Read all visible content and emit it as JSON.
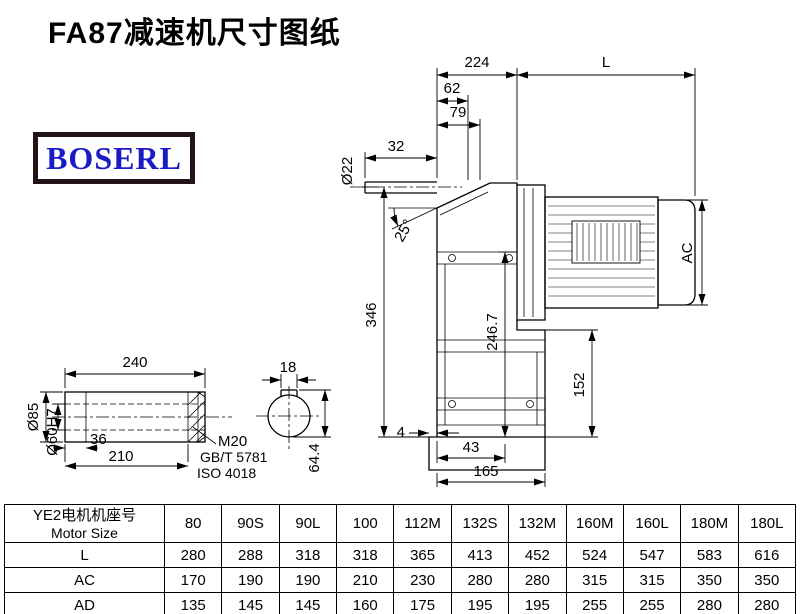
{
  "page": {
    "title": "FA87减速机尺寸图纸",
    "logo_text": "BOSERL"
  },
  "colors": {
    "logo_text": "#1b1bc6",
    "logo_border": "#241316",
    "line_color": "#000000"
  },
  "drawing": {
    "dim_224": "224",
    "dim_L": "L",
    "dim_62": "62",
    "dim_79": "79",
    "dim_32": "32",
    "dim_d22": "Ø22",
    "dim_25deg": "25°",
    "dim_346": "346",
    "dim_246_7": "246.7",
    "dim_AC": "AC",
    "dim_152": "152",
    "dim_4": "4",
    "dim_43": "43",
    "dim_165": "165",
    "dim_240": "240",
    "dim_18": "18",
    "dim_d85": "Ø85",
    "dim_d60h7": "Ø60H7",
    "dim_36": "36",
    "dim_210": "210",
    "dim_64_4": "64.4",
    "note_m20": "M20",
    "note_gb": "GB/T 5781",
    "note_iso": "ISO 4018"
  },
  "table": {
    "header_line1": "YE2电机机座号",
    "header_line2": "Motor Size",
    "columns": [
      "80",
      "90S",
      "90L",
      "100",
      "112M",
      "132S",
      "132M",
      "160M",
      "160L",
      "180M",
      "180L"
    ],
    "rows": [
      {
        "label": "L",
        "values": [
          "280",
          "288",
          "318",
          "318",
          "365",
          "413",
          "452",
          "524",
          "547",
          "583",
          "616"
        ]
      },
      {
        "label": "AC",
        "values": [
          "170",
          "190",
          "190",
          "210",
          "230",
          "280",
          "280",
          "315",
          "315",
          "350",
          "350"
        ]
      },
      {
        "label": "AD",
        "values": [
          "135",
          "145",
          "145",
          "160",
          "175",
          "195",
          "195",
          "255",
          "255",
          "280",
          "280"
        ]
      }
    ]
  }
}
